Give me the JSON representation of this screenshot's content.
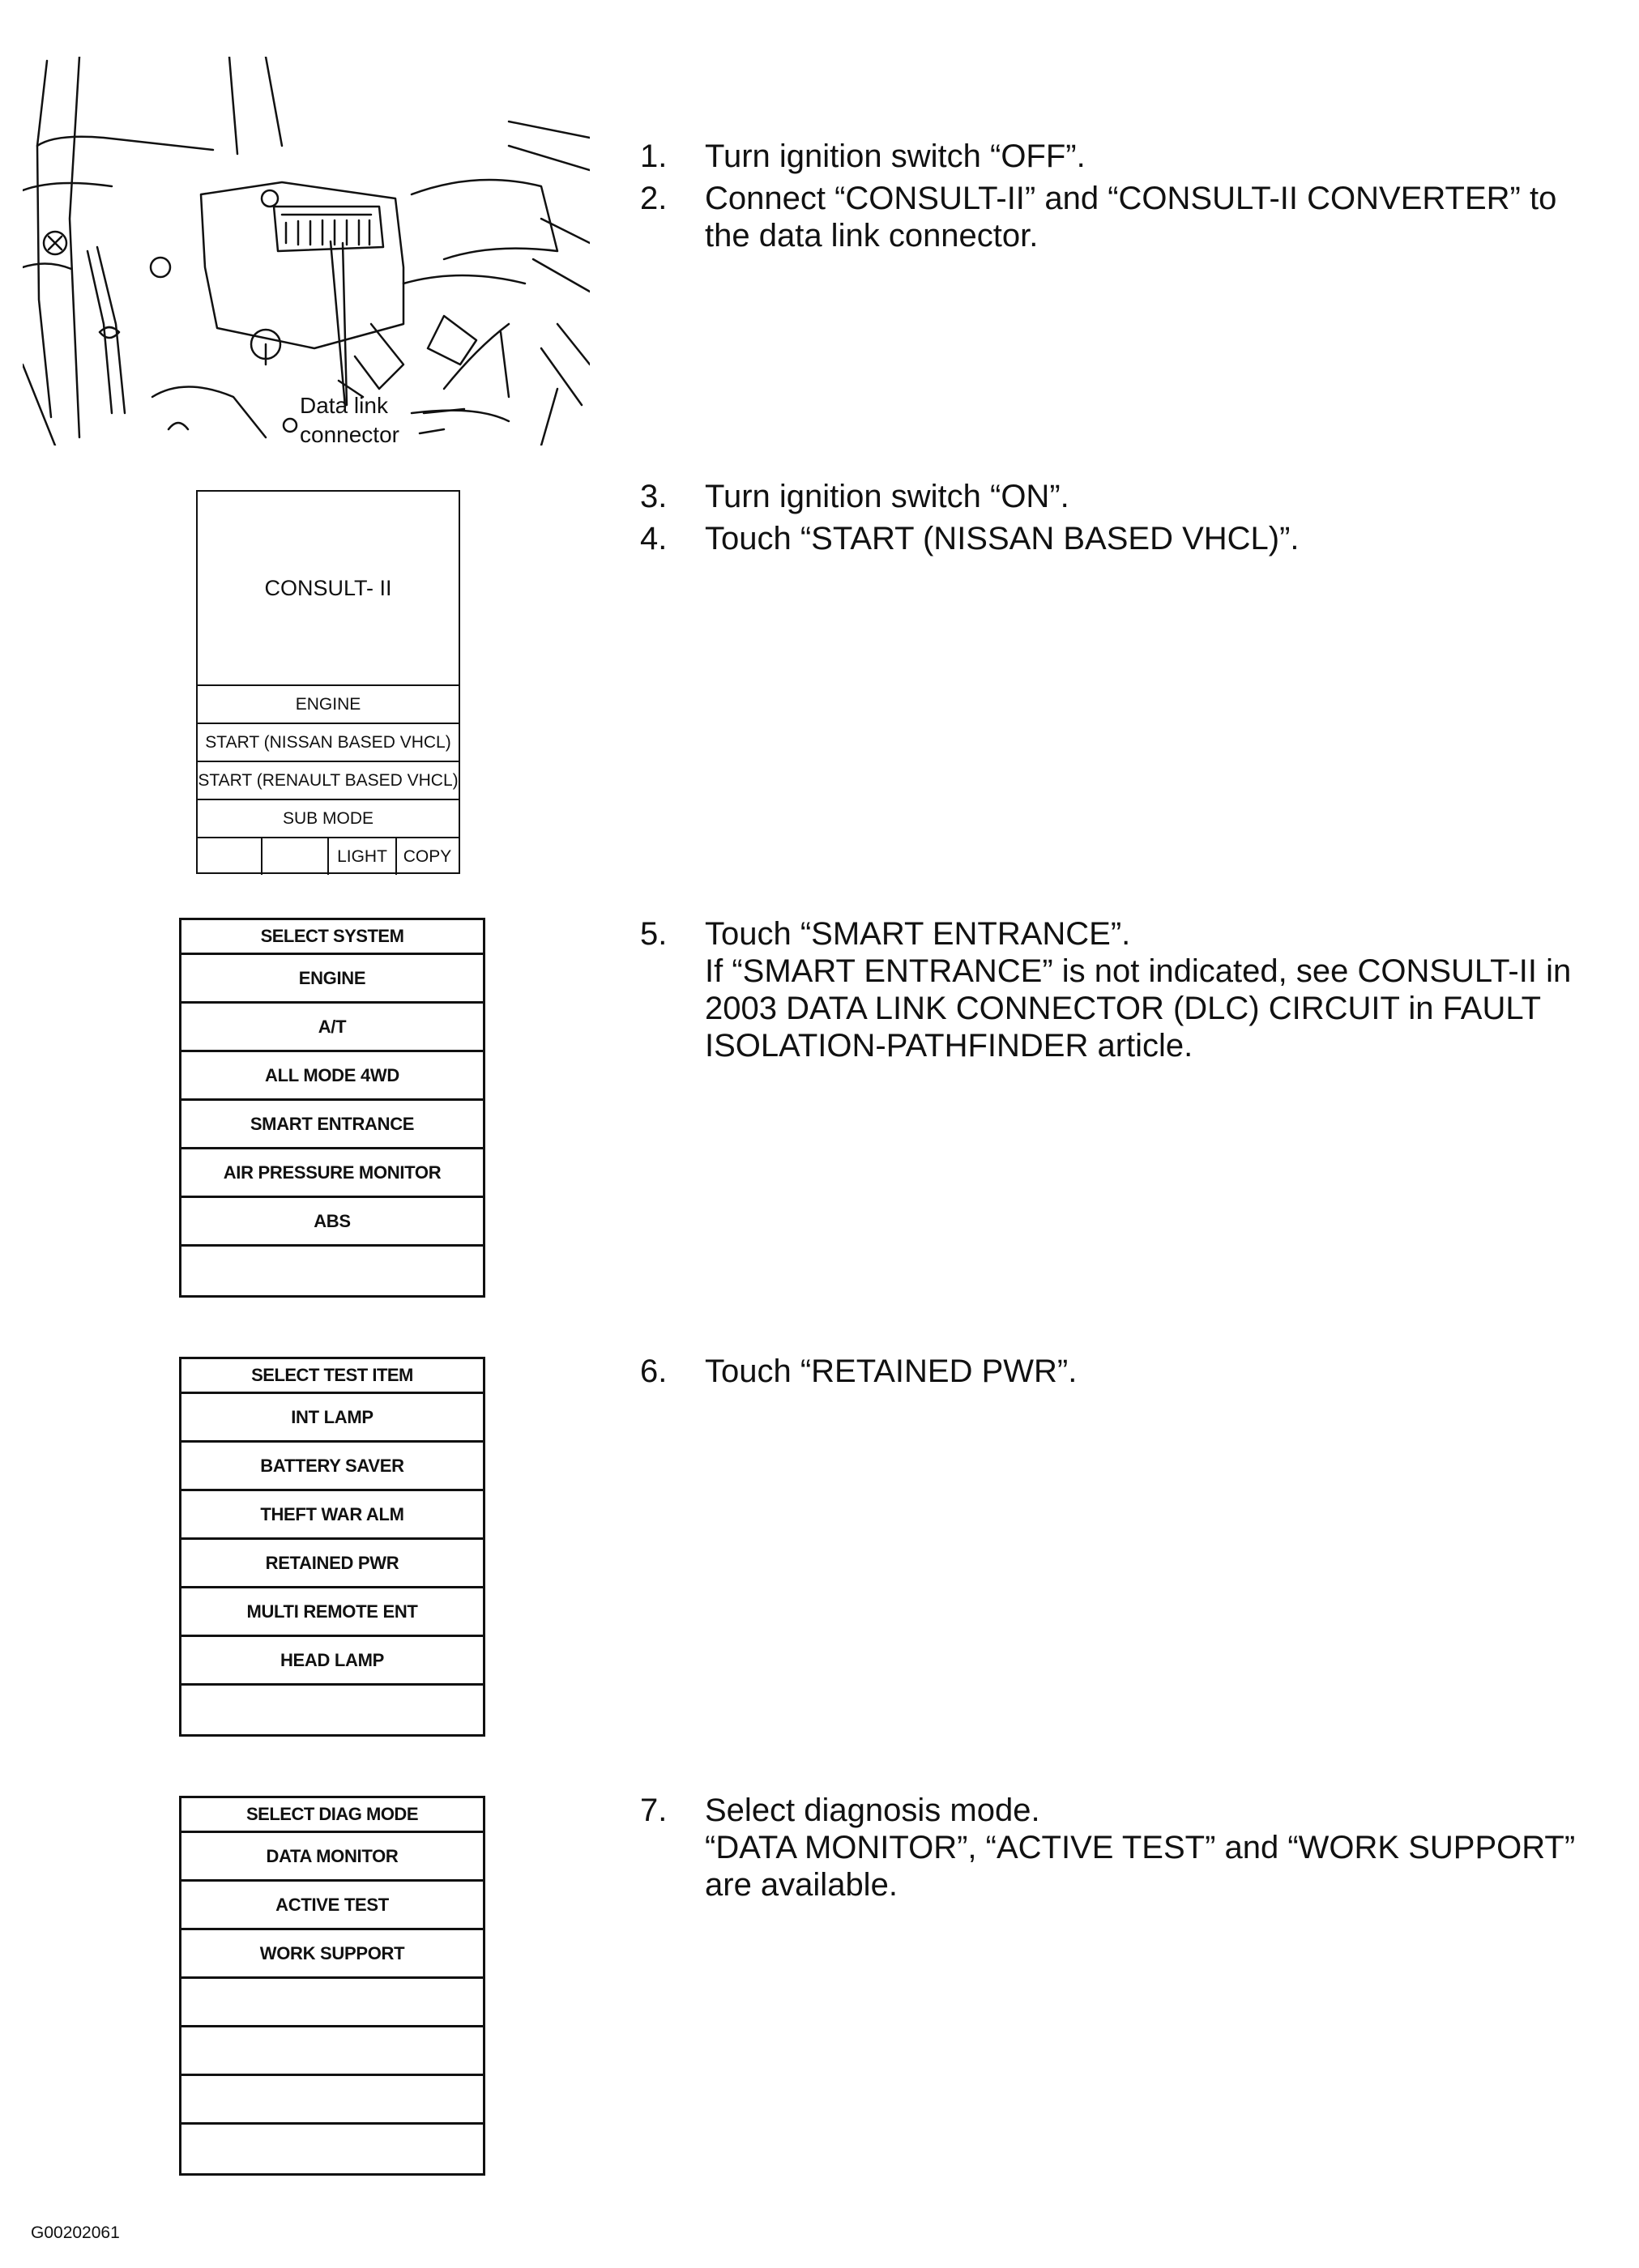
{
  "illustration": {
    "label_line1": "Data link",
    "label_line2": "connector"
  },
  "consult_screen": {
    "logo": "CONSULT- II",
    "rows": [
      "ENGINE",
      "START (NISSAN BASED VHCL)",
      "START (RENAULT BASED VHCL)",
      "SUB MODE"
    ],
    "bottom": [
      "",
      "",
      "LIGHT",
      "COPY"
    ]
  },
  "select_system": {
    "header": "SELECT SYSTEM",
    "items": [
      "ENGINE",
      "A/T",
      "ALL MODE 4WD",
      "SMART ENTRANCE",
      "AIR PRESSURE MONITOR",
      "ABS",
      ""
    ]
  },
  "select_test_item": {
    "header": "SELECT TEST ITEM",
    "items": [
      "INT LAMP",
      "BATTERY SAVER",
      "THEFT WAR ALM",
      "RETAINED PWR",
      "MULTI REMOTE ENT",
      "HEAD LAMP",
      ""
    ]
  },
  "select_diag_mode": {
    "header": "SELECT DIAG MODE",
    "items": [
      "DATA MONITOR",
      "ACTIVE TEST",
      "WORK SUPPORT",
      "",
      "",
      "",
      ""
    ]
  },
  "steps": [
    {
      "num": "1.",
      "lines": [
        "Turn ignition switch “OFF”."
      ]
    },
    {
      "num": "2.",
      "lines": [
        "Connect “CONSULT-II” and “CONSULT-II CONVERTER” to",
        "the data link connector."
      ]
    },
    {
      "num": "3.",
      "lines": [
        "Turn ignition switch “ON”."
      ]
    },
    {
      "num": "4.",
      "lines": [
        "Touch “START (NISSAN BASED VHCL)”."
      ]
    },
    {
      "num": "5.",
      "lines": [
        "Touch “SMART ENTRANCE”.",
        "If “SMART ENTRANCE” is not indicated, see CONSULT-II in",
        "2003 DATA LINK CONNECTOR (DLC) CIRCUIT in FAULT",
        "ISOLATION-PATHFINDER article."
      ]
    },
    {
      "num": "6.",
      "lines": [
        "Touch “RETAINED PWR”."
      ]
    },
    {
      "num": "7.",
      "lines": [
        "Select diagnosis mode.",
        "“DATA MONITOR”, “ACTIVE TEST” and “WORK SUPPORT”",
        "are available."
      ]
    }
  ],
  "figure_code": "G00202061"
}
